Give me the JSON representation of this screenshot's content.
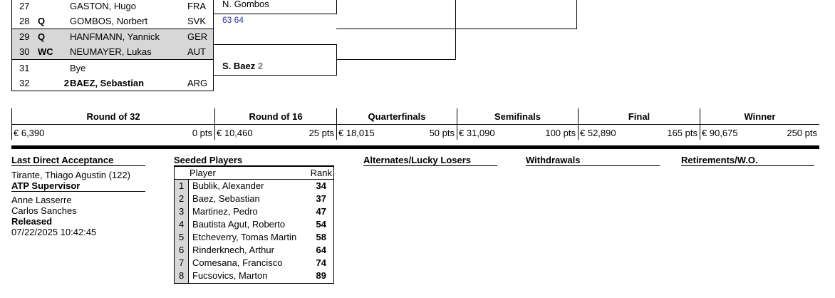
{
  "draw": [
    {
      "shaded": false,
      "rows": [
        {
          "num": "27",
          "seed": "",
          "name": "GASTON, Hugo",
          "country": "FRA",
          "bold": false
        },
        {
          "num": "28",
          "seed": "Q",
          "name": "GOMBOS, Norbert",
          "country": "SVK",
          "bold": false
        }
      ]
    },
    {
      "shaded": true,
      "rows": [
        {
          "num": "29",
          "seed": "Q",
          "name": "HANFMANN, Yannick",
          "country": "GER",
          "bold": false
        },
        {
          "num": "30",
          "seed": "WC",
          "name": "NEUMAYER, Lukas",
          "country": "AUT",
          "bold": false
        }
      ]
    },
    {
      "shaded": false,
      "rows": [
        {
          "num": "31",
          "seed": "",
          "name": "Bye",
          "country": "",
          "bold": false
        },
        {
          "num": "32",
          "seed": "2",
          "name": "BAEZ, Sebastian",
          "country": "ARG",
          "bold": true
        }
      ]
    }
  ],
  "bracket": {
    "r2_top_name": "N. Gombos",
    "r2_top_score": "63 64",
    "r2_bottom_name": "S. Baez",
    "r2_bottom_seed": "2"
  },
  "prize": [
    {
      "round": "Round of 32",
      "money": "€ 6,390",
      "points": "0 pts"
    },
    {
      "round": "Round of 16",
      "money": "€ 10,460",
      "points": "25 pts"
    },
    {
      "round": "Quarterfinals",
      "money": "€ 18,015",
      "points": "50 pts"
    },
    {
      "round": "Semifinals",
      "money": "€ 31,090",
      "points": "100 pts"
    },
    {
      "round": "Final",
      "money": "€ 52,890",
      "points": "165 pts"
    },
    {
      "round": "Winner",
      "money": "€ 90,675",
      "points": "250 pts"
    }
  ],
  "info": {
    "lda_title": "Last Direct Acceptance",
    "lda_value": "Tirante, Thiago Agustin (122)",
    "supervisor_title": "ATP Supervisor",
    "supervisors": [
      "Anne Lasserre",
      "Carlos Sanches"
    ],
    "released_title": "Released",
    "released_value": "07/22/2025 10:42:45",
    "seeded_title": "Seeded Players",
    "alternates_title": "Alternates/Lucky Losers",
    "withdrawals_title": "Withdrawals",
    "retirements_title": "Retirements/W.O."
  },
  "seeded": {
    "col_player": "Player",
    "col_rank": "Rank",
    "rows": [
      {
        "seed": "1",
        "player": "Bublik, Alexander",
        "rank": "34"
      },
      {
        "seed": "2",
        "player": "Baez, Sebastian",
        "rank": "37"
      },
      {
        "seed": "3",
        "player": "Martinez, Pedro",
        "rank": "47"
      },
      {
        "seed": "4",
        "player": "Bautista Agut, Roberto",
        "rank": "54"
      },
      {
        "seed": "5",
        "player": "Etcheverry, Tomas Martin",
        "rank": "58"
      },
      {
        "seed": "6",
        "player": "Rinderknech, Arthur",
        "rank": "64"
      },
      {
        "seed": "7",
        "player": "Comesana, Francisco",
        "rank": "74"
      },
      {
        "seed": "8",
        "player": "Fucsovics, Marton",
        "rank": "89"
      }
    ]
  }
}
